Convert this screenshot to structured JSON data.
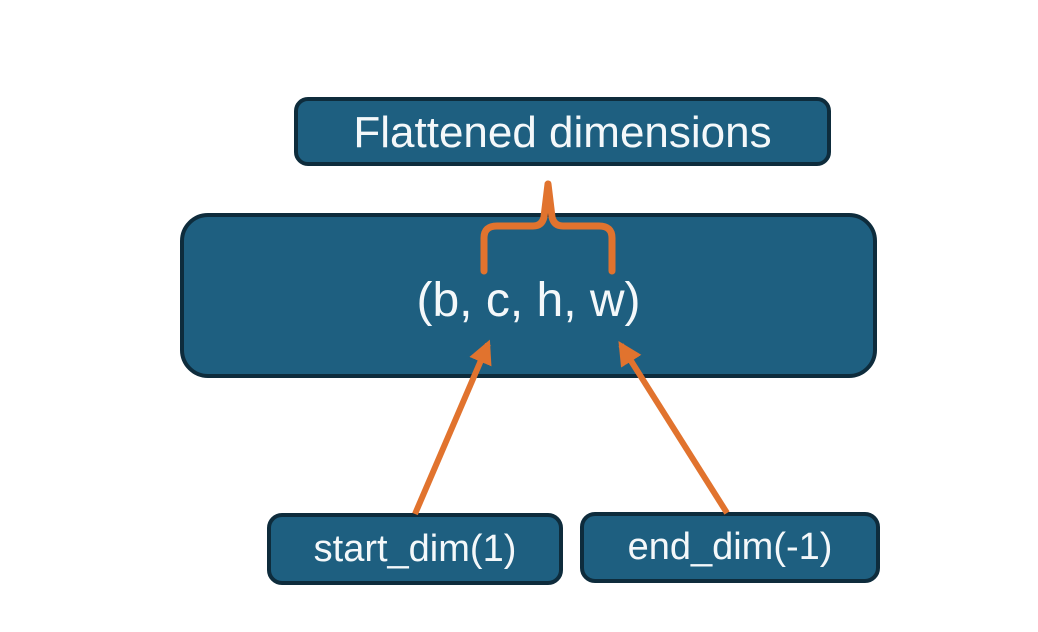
{
  "diagram": {
    "title_box": {
      "label": "Flattened dimensions"
    },
    "tensor_box": {
      "label": "(b, c, h, w)"
    },
    "start_box": {
      "label": "start_dim(1)"
    },
    "end_box": {
      "label": "end_dim(-1)"
    }
  },
  "colors": {
    "box_fill": "#1e5f80",
    "box_border": "#0e2c3c",
    "accent_orange": "#e1732e",
    "text": "#f4f8fa",
    "background": "#ffffff"
  }
}
